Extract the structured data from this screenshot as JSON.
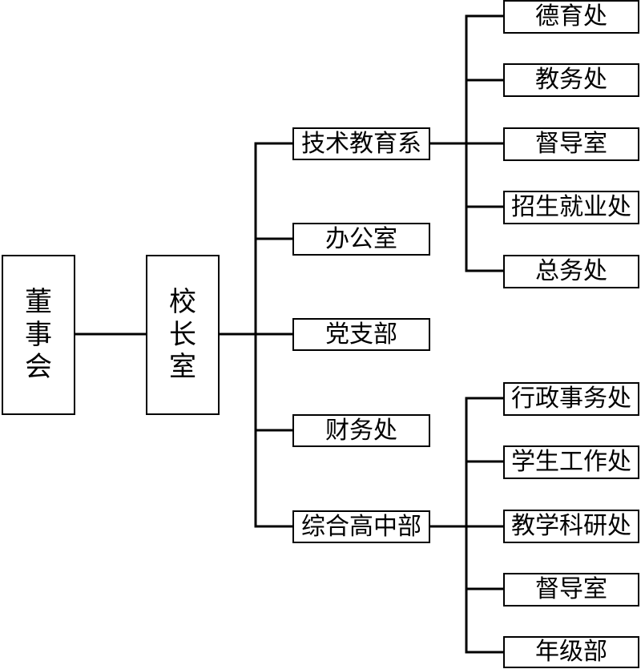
{
  "chart": {
    "board": "董事会",
    "principal_office": "校长室",
    "departments": [
      {
        "name": "技术教育系",
        "children": [
          "德育处",
          "教务处",
          "督导室",
          "招生就业处",
          "总务处"
        ]
      },
      {
        "name": "办公室",
        "children": []
      },
      {
        "name": "党支部",
        "children": []
      },
      {
        "name": "财务处",
        "children": []
      },
      {
        "name": "综合高中部",
        "children": [
          "行政事务处",
          "学生工作处",
          "教学科研处",
          "督导室",
          "年级部"
        ]
      }
    ]
  }
}
